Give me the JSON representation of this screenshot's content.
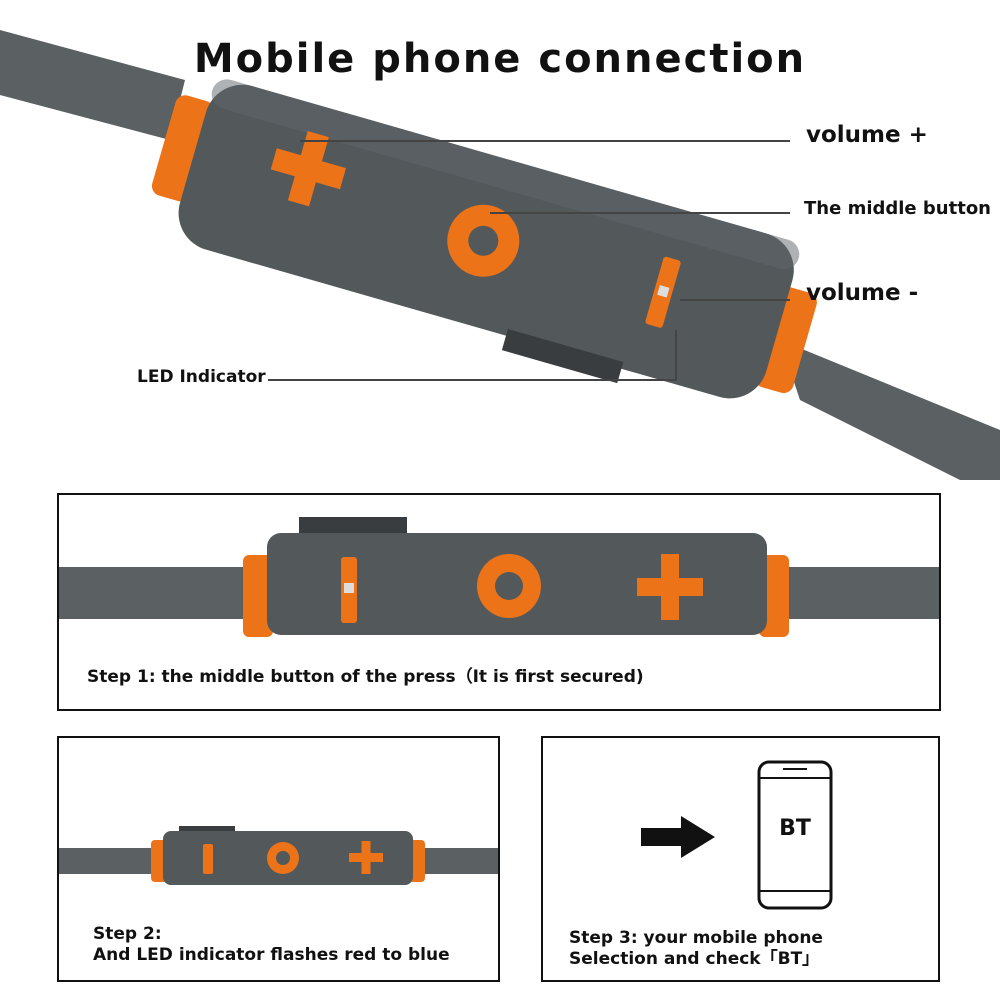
{
  "title": "Mobile phone connection",
  "labels": {
    "volume_up": "volume +",
    "middle_button": "The middle button",
    "volume_down": "volume -",
    "led_indicator": "LED Indicator"
  },
  "steps": [
    {
      "lines": [
        "Step 1: the middle button of the press（It is first secured)"
      ]
    },
    {
      "lines": [
        "Step 2:",
        "And LED indicator flashes red to blue"
      ]
    },
    {
      "lines": [
        "Step 3: your mobile phone",
        "Selection and check「BT」"
      ]
    }
  ],
  "phone": {
    "text": "BT"
  },
  "colors": {
    "body": "#53585a",
    "cable": "#5b6062",
    "accent": "#ec7318",
    "line": "#444444"
  },
  "icons": [
    "plus-button-icon",
    "circle-button-icon",
    "minus-button-icon",
    "arrow-right-icon",
    "smartphone-icon"
  ]
}
